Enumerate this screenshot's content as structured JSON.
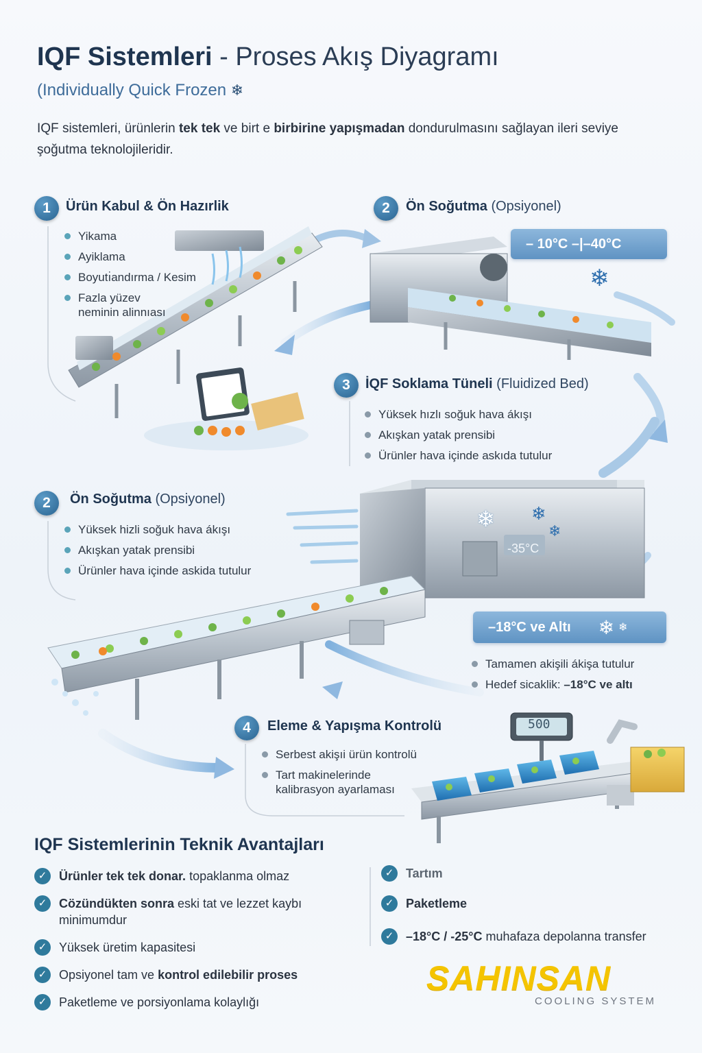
{
  "header": {
    "title_bold": "IQF Sistemleri",
    "title_rest": "- Proses Akış Diyagramı",
    "subtitle": "(Individually Quick Frozen",
    "intro_1": "IQF sistemleri, ürünlerin ",
    "intro_b1": "tek tek",
    "intro_2": " ve birt e ",
    "intro_b2": "birbirine yapışmadan",
    "intro_3": " dondurulmasını sağlayan ileri seviye şoğutma teknolojileridir."
  },
  "step1": {
    "number": "1",
    "title": "Ürün Kabul & Ön Hazırlik",
    "bullets": [
      "Yikama",
      "Ayiklama",
      "Boyutı̇andırma / Kesim",
      "Fazla yüzev neminin alinnıası"
    ]
  },
  "step2_top": {
    "number": "2",
    "title_bold": "Ön Soğutma",
    "title_muted": "(Opsiyonel)",
    "temp": "– 10°C –|–40°C"
  },
  "step3": {
    "number": "3",
    "title_bold": "İQF Soklama Tüneli",
    "title_muted": "(Fluidized Bed)",
    "bullets": [
      "Yüksek hızlı soğuk hava ákışı",
      "Akışkan yatak prensibi",
      "Ürünler hava içinde askıda tutulur"
    ],
    "tunnel_temp": "-35°C"
  },
  "step2_mid": {
    "number": "2",
    "title_bold": "Ön Soğutma",
    "title_muted": "(Opsiyonel)",
    "bullets": [
      "Yüksek hizli soğuk hava ákışı",
      "Akışkan yatak prensibi",
      "Ürünler hava içinde askida tutulur"
    ]
  },
  "temp_right": {
    "label": "–18°C ve Altı",
    "bullets": [
      "Tamamen akişili ákişa tutulur"
    ],
    "target_prefix": "Hedef sicaklik: ",
    "target_value": "–18°C ve altı"
  },
  "step4": {
    "number": "4",
    "title": "Eleme & Yapışma Kontrolü",
    "bullets": [
      "Serbest akişıi ürün kontrolü",
      "Tart makinelerinde kalibrasyon ayarlaması"
    ],
    "scale_display": "500"
  },
  "advantages": {
    "title": "IQF Sistemlerinin Teknik Avantajları",
    "row1_b": "Ürünler tek tek donar.",
    "row1_rest": " topaklanma olmaz",
    "row2_b": "Cözündükten sonra",
    "row2_rest": " eski tat ve lezzet kaybı minimumdur",
    "row3": "Yüksek üretim kapasitesi",
    "row4_pre": "Opsiyonel tam ve ",
    "row4_b": "kontrol edilebilir proses",
    "row5": "Paketleme ve porsiyonlama kolaylığı",
    "right1": "Tartım",
    "right2": "Paketleme",
    "right3_b": "–18°C / -25°C",
    "right3_rest": " muhafaza depolanna transfer"
  },
  "brand": {
    "name": "SAHINSAN",
    "tagline": "COOLING SYSTEM"
  },
  "icons": {
    "check": "check-icon",
    "snowflake": "snowflake-icon"
  }
}
